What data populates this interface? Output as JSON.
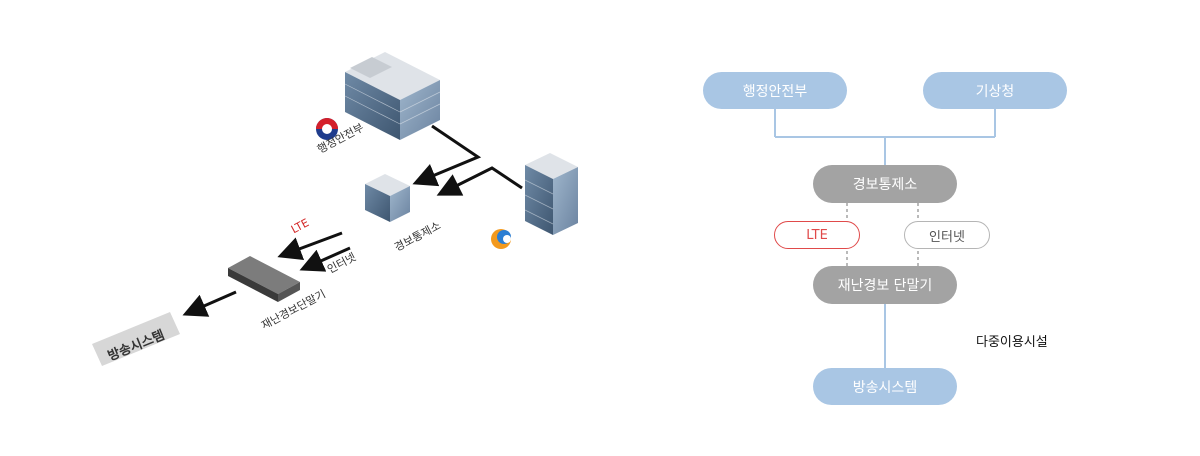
{
  "left": {
    "labels": {
      "ministry": "행정안전부",
      "control": "경보통제소",
      "terminal": "재난경보단말기",
      "lte": "LTE",
      "internet": "인터넷",
      "broadcast": "방송시스템"
    }
  },
  "right": {
    "nodes": {
      "ministry": "행정안전부",
      "kma": "기상청",
      "control": "경보통제소",
      "lte": "LTE",
      "internet": "인터넷",
      "terminal": "재난경보 단말기",
      "facility": "다중이용시설",
      "broadcast": "방송시스템"
    }
  },
  "colors": {
    "blue_node": "#a9c6e4",
    "gray_node": "#a3a3a3",
    "lte_red": "#e04a4a",
    "connector_blue": "#a9c6e4"
  }
}
